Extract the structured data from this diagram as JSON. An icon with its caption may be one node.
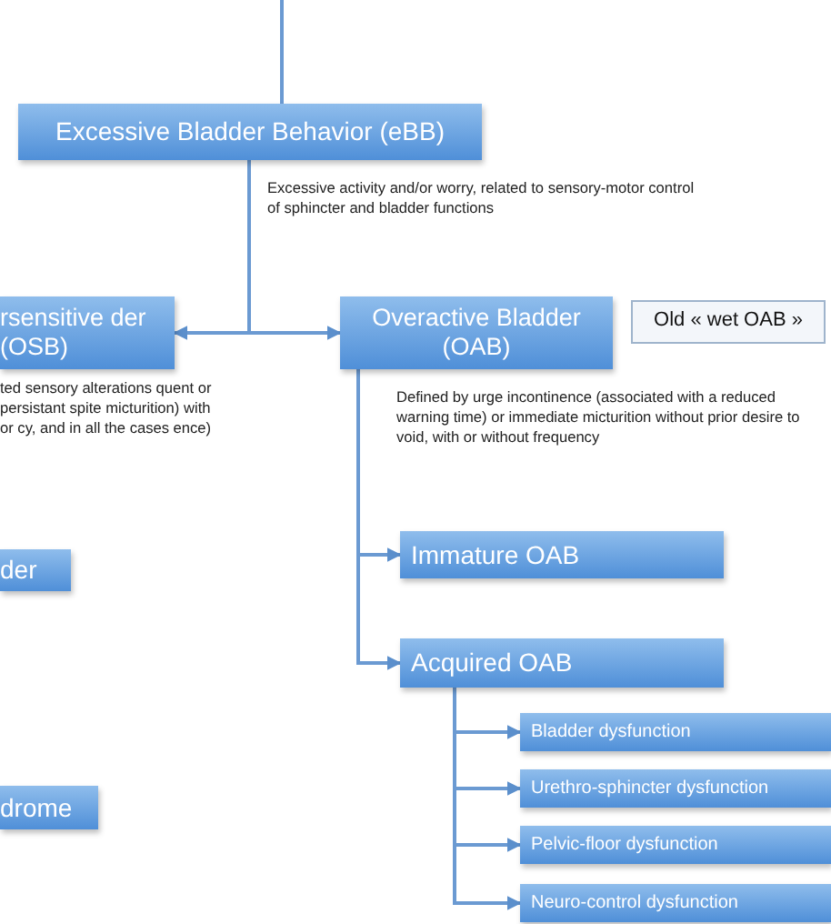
{
  "diagram": {
    "nodes": [
      {
        "text": [
          "Excessive Bladder Behavior (eBB)"
        ],
        "beside": [
          "Excessive activity and/or worry, related to sensory-motor control of sphincter and bladder functions"
        ]
      },
      {
        "text": [
          "rsensitive der (OSB)"
        ],
        "beside": [
          "ted sensory alterations quent or persistant spite micturition) with or cy, and in all the cases ence)"
        ]
      },
      {
        "text": [
          "Overactive Bladder (OAB)"
        ],
        "beside": [
          "Defined by urge incontinence (associated with a reduced warning time) or immediate micturition without prior desire to void, with or without frequency"
        ]
      },
      {
        "text": [
          "Old « wet OAB »"
        ]
      },
      {
        "text": [
          "der"
        ]
      },
      {
        "text": [
          "drome"
        ]
      },
      {
        "text": [
          "Immature OAB"
        ]
      },
      {
        "text": [
          "Acquired OAB"
        ]
      },
      {
        "text": [
          "Bladder dysfunction"
        ]
      },
      {
        "text": [
          "Urethro-sphincter dysfunction"
        ]
      },
      {
        "text": [
          "Pelvic-floor dysfunction"
        ]
      },
      {
        "text": [
          "Neuro-control dysfunction"
        ]
      }
    ],
    "edges": [
      {
        "from": null,
        "to": 0,
        "arrow": "none"
      },
      {
        "from": 0,
        "to": 1,
        "arrow": "to"
      },
      {
        "from": 0,
        "to": 2,
        "arrow": "to"
      },
      {
        "from": 2,
        "to": 6,
        "arrow": "to"
      },
      {
        "from": 2,
        "to": 7,
        "arrow": "to"
      },
      {
        "from": 7,
        "to": 8,
        "arrow": "to"
      },
      {
        "from": 7,
        "to": 9,
        "arrow": "to"
      },
      {
        "from": 7,
        "to": 10,
        "arrow": "to"
      },
      {
        "from": 7,
        "to": 11,
        "arrow": "to"
      }
    ]
  }
}
